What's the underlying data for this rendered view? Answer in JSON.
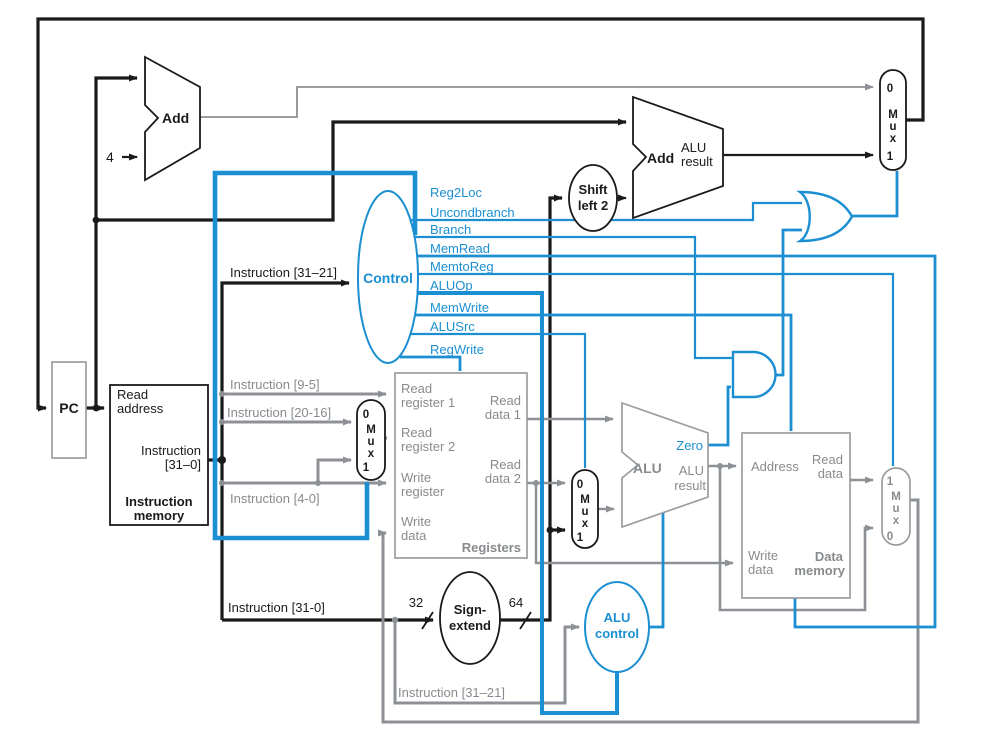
{
  "pc_label": "PC",
  "four": "4",
  "add1_label": "Add",
  "add2": {
    "add": "Add",
    "alu": "ALU",
    "result": "result"
  },
  "shift": {
    "l1": "Shift",
    "l2": "left 2"
  },
  "control_label": "Control",
  "signals": {
    "reg2loc": "Reg2Loc",
    "uncondbranch": "Uncondbranch",
    "branch": "Branch",
    "memread": "MemRead",
    "memtoreg": "MemtoReg",
    "aluop": "ALUOp",
    "memwrite": "MemWrite",
    "alusrc": "ALUSrc",
    "regwrite": "RegWrite"
  },
  "imem": {
    "read": "Read",
    "address": "address",
    "instr": "Instruction",
    "range": "[31–0]",
    "title1": "Instruction",
    "title2": "memory"
  },
  "fields": {
    "i31_21_top": "Instruction [31–21]",
    "i9_5": "Instruction [9-5]",
    "i20_16": "Instruction [20-16]",
    "i4_0": "Instruction [4-0]",
    "i31_0": "Instruction [31-0]",
    "i31_21_bottom": "Instruction [31–21]"
  },
  "registers": {
    "rr1a": "Read",
    "rr1b": "register 1",
    "rr2a": "Read",
    "rr2b": "register 2",
    "wra": "Write",
    "wrb": "register",
    "wda": "Write",
    "wdb": "data",
    "rd1a": "Read",
    "rd1b": "data 1",
    "rd2a": "Read",
    "rd2b": "data 2",
    "title": "Registers"
  },
  "widths": {
    "w32": "32",
    "w64": "64"
  },
  "signext": {
    "l1": "Sign-",
    "l2": "extend"
  },
  "alu": {
    "name": "ALU",
    "res1": "ALU",
    "res2": "result",
    "zero": "Zero"
  },
  "alucontrol": {
    "l1": "ALU",
    "l2": "control"
  },
  "dmem": {
    "address": "Address",
    "rd1": "Read",
    "rd2": "data",
    "wd1": "Write",
    "wd2": "data",
    "t1": "Data",
    "t2": "memory"
  },
  "mux": {
    "m": "M",
    "u": "u",
    "x": "x",
    "zero": "0",
    "one": "1"
  }
}
